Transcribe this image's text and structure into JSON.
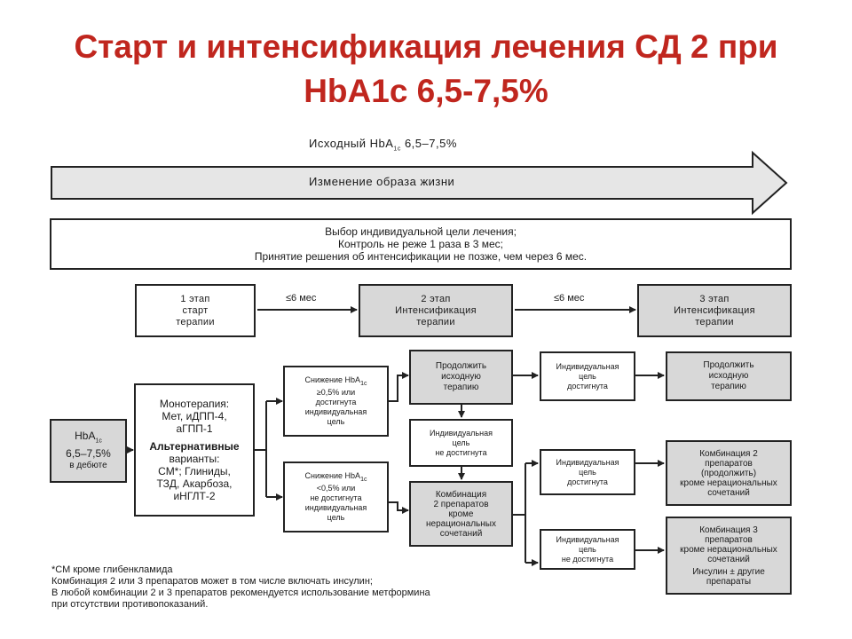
{
  "title": {
    "line1": "Старт и интенсификация лечения СД 2 при",
    "line2": "HbA1c 6,5-7,5%"
  },
  "top": {
    "baseline_prefix": "Исходный HbA",
    "baseline_sub": "1c",
    "baseline_suffix": " 6,5–7,5%",
    "arrow_label": "Изменение образа жизни"
  },
  "goals_box": {
    "line1": "Выбор индивидуальной цели лечения;",
    "line2": "Контроль не реже 1 раза в 3 мес;",
    "line3": "Принятие решения об интенсификации не позже, чем через 6 мес."
  },
  "stages": {
    "stage1": {
      "l1": "1 этап",
      "l2": "старт",
      "l3": "терапии"
    },
    "stage2": {
      "l1": "2 этап",
      "l2": "Интенсификация",
      "l3": "терапии"
    },
    "stage3": {
      "l1": "3 этап",
      "l2": "Интенсификация",
      "l3": "терапии"
    },
    "interval1": "≤6 мес",
    "interval2": "≤6 мес"
  },
  "hba1c_start": {
    "l1_prefix": "HbA",
    "l1_sub": "1c",
    "l2": "6,5–7,5%",
    "l3": "в дебюте"
  },
  "therapy_box": {
    "mono_l1": "Монотерапия:",
    "mono_l2": "Мет, иДПП-4,",
    "mono_l3": "аГПП-1",
    "alt_l1": "Альтернативные",
    "alt_l2": "варианты:",
    "alt_l3": "СМ*; Глиниды,",
    "alt_l4": "ТЗД, Акарбоза,",
    "alt_l5": "иНГЛТ-2"
  },
  "decrease_ok": {
    "l1_prefix": "Снижение HbA",
    "l1_sub": "1c",
    "l2": "≥0,5% или",
    "l3": "достигнута",
    "l4": "индивидуальная",
    "l5": "цель"
  },
  "decrease_fail": {
    "l1_prefix": "Снижение HbA",
    "l1_sub": "1c",
    "l2": "<0,5% или",
    "l3": "не достигнута",
    "l4": "индивидуальная",
    "l5": "цель"
  },
  "continue1": {
    "l1": "Продолжить",
    "l2": "исходную",
    "l3": "терапию"
  },
  "goal_not_met_mid": {
    "l1": "Индивидуальная",
    "l2": "цель",
    "l3": "не достигнута"
  },
  "combo2": {
    "l1": "Комбинация",
    "l2": "2 препаратов",
    "l3": "кроме",
    "l4": "нерациональных",
    "l5": "сочетаний"
  },
  "goal_met_top": {
    "l1": "Индивидуальная",
    "l2": "цель",
    "l3": "достигнута"
  },
  "goal_met_mid": {
    "l1": "Индивидуальная",
    "l2": "цель",
    "l3": "достигнута"
  },
  "goal_not_met_bottom": {
    "l1": "Индивидуальная",
    "l2": "цель",
    "l3": "не достигнута"
  },
  "continue2": {
    "l1": "Продолжить",
    "l2": "исходную",
    "l3": "терапию"
  },
  "combo2_continue": {
    "l1": "Комбинация 2",
    "l2": "препаратов",
    "l3": "(продолжить)",
    "l4": "кроме нерациональных",
    "l5": "сочетаний"
  },
  "combo3": {
    "l1": "Комбинация 3",
    "l2": "препаратов",
    "l3": "кроме нерациональных",
    "l4": "сочетаний",
    "l5": "Инсулин ± другие",
    "l6": "препараты"
  },
  "footnote": {
    "l1": "*СМ кроме глибенкламида",
    "l2": "Комбинация 2 или 3 препаратов может в том числе включать инсулин;",
    "l3": "В любой комбинации 2 и 3 препаратов рекомендуется использование метформина",
    "l4": "при отсутствии противопоказаний."
  },
  "colors": {
    "title": "#c0261e",
    "arrow_fill": "#e6e6e6",
    "gray_box": "#d8d8d8",
    "stroke": "#222222"
  }
}
